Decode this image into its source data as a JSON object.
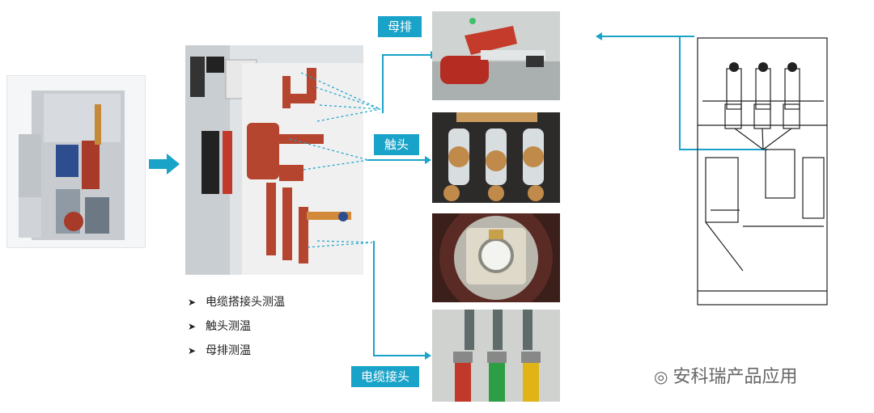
{
  "labels": {
    "busbar": "母排",
    "contact": "触头",
    "cable_joint": "电缆接头"
  },
  "bullets": [
    "电缆搭接头测温",
    "触头测温",
    "母排测温"
  ],
  "watermark": "安科瑞产品应用",
  "colors": {
    "accent": "#1aa3c8",
    "copper": "#b5452e"
  }
}
